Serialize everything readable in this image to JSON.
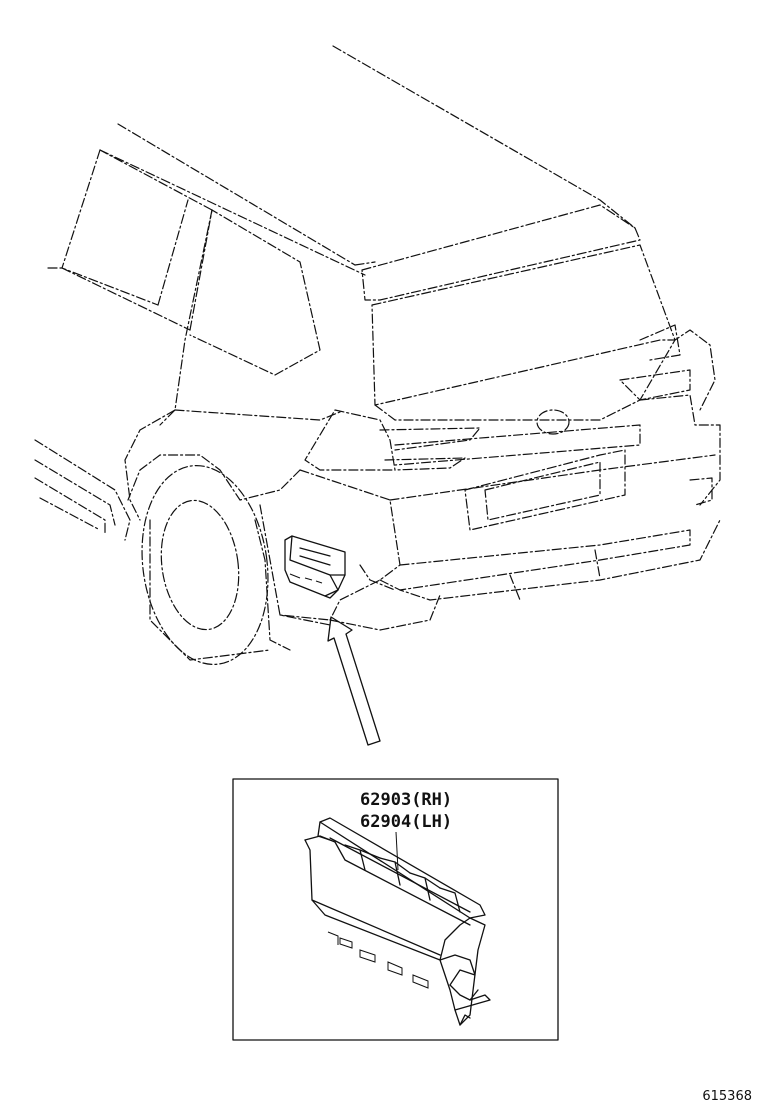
{
  "parts": [
    {
      "number": "62903",
      "side": "(RH)"
    },
    {
      "number": "62904",
      "side": "(LH)"
    }
  ],
  "figure_code": "615368",
  "colors": {
    "line": "#111111",
    "background": "#ffffff"
  }
}
